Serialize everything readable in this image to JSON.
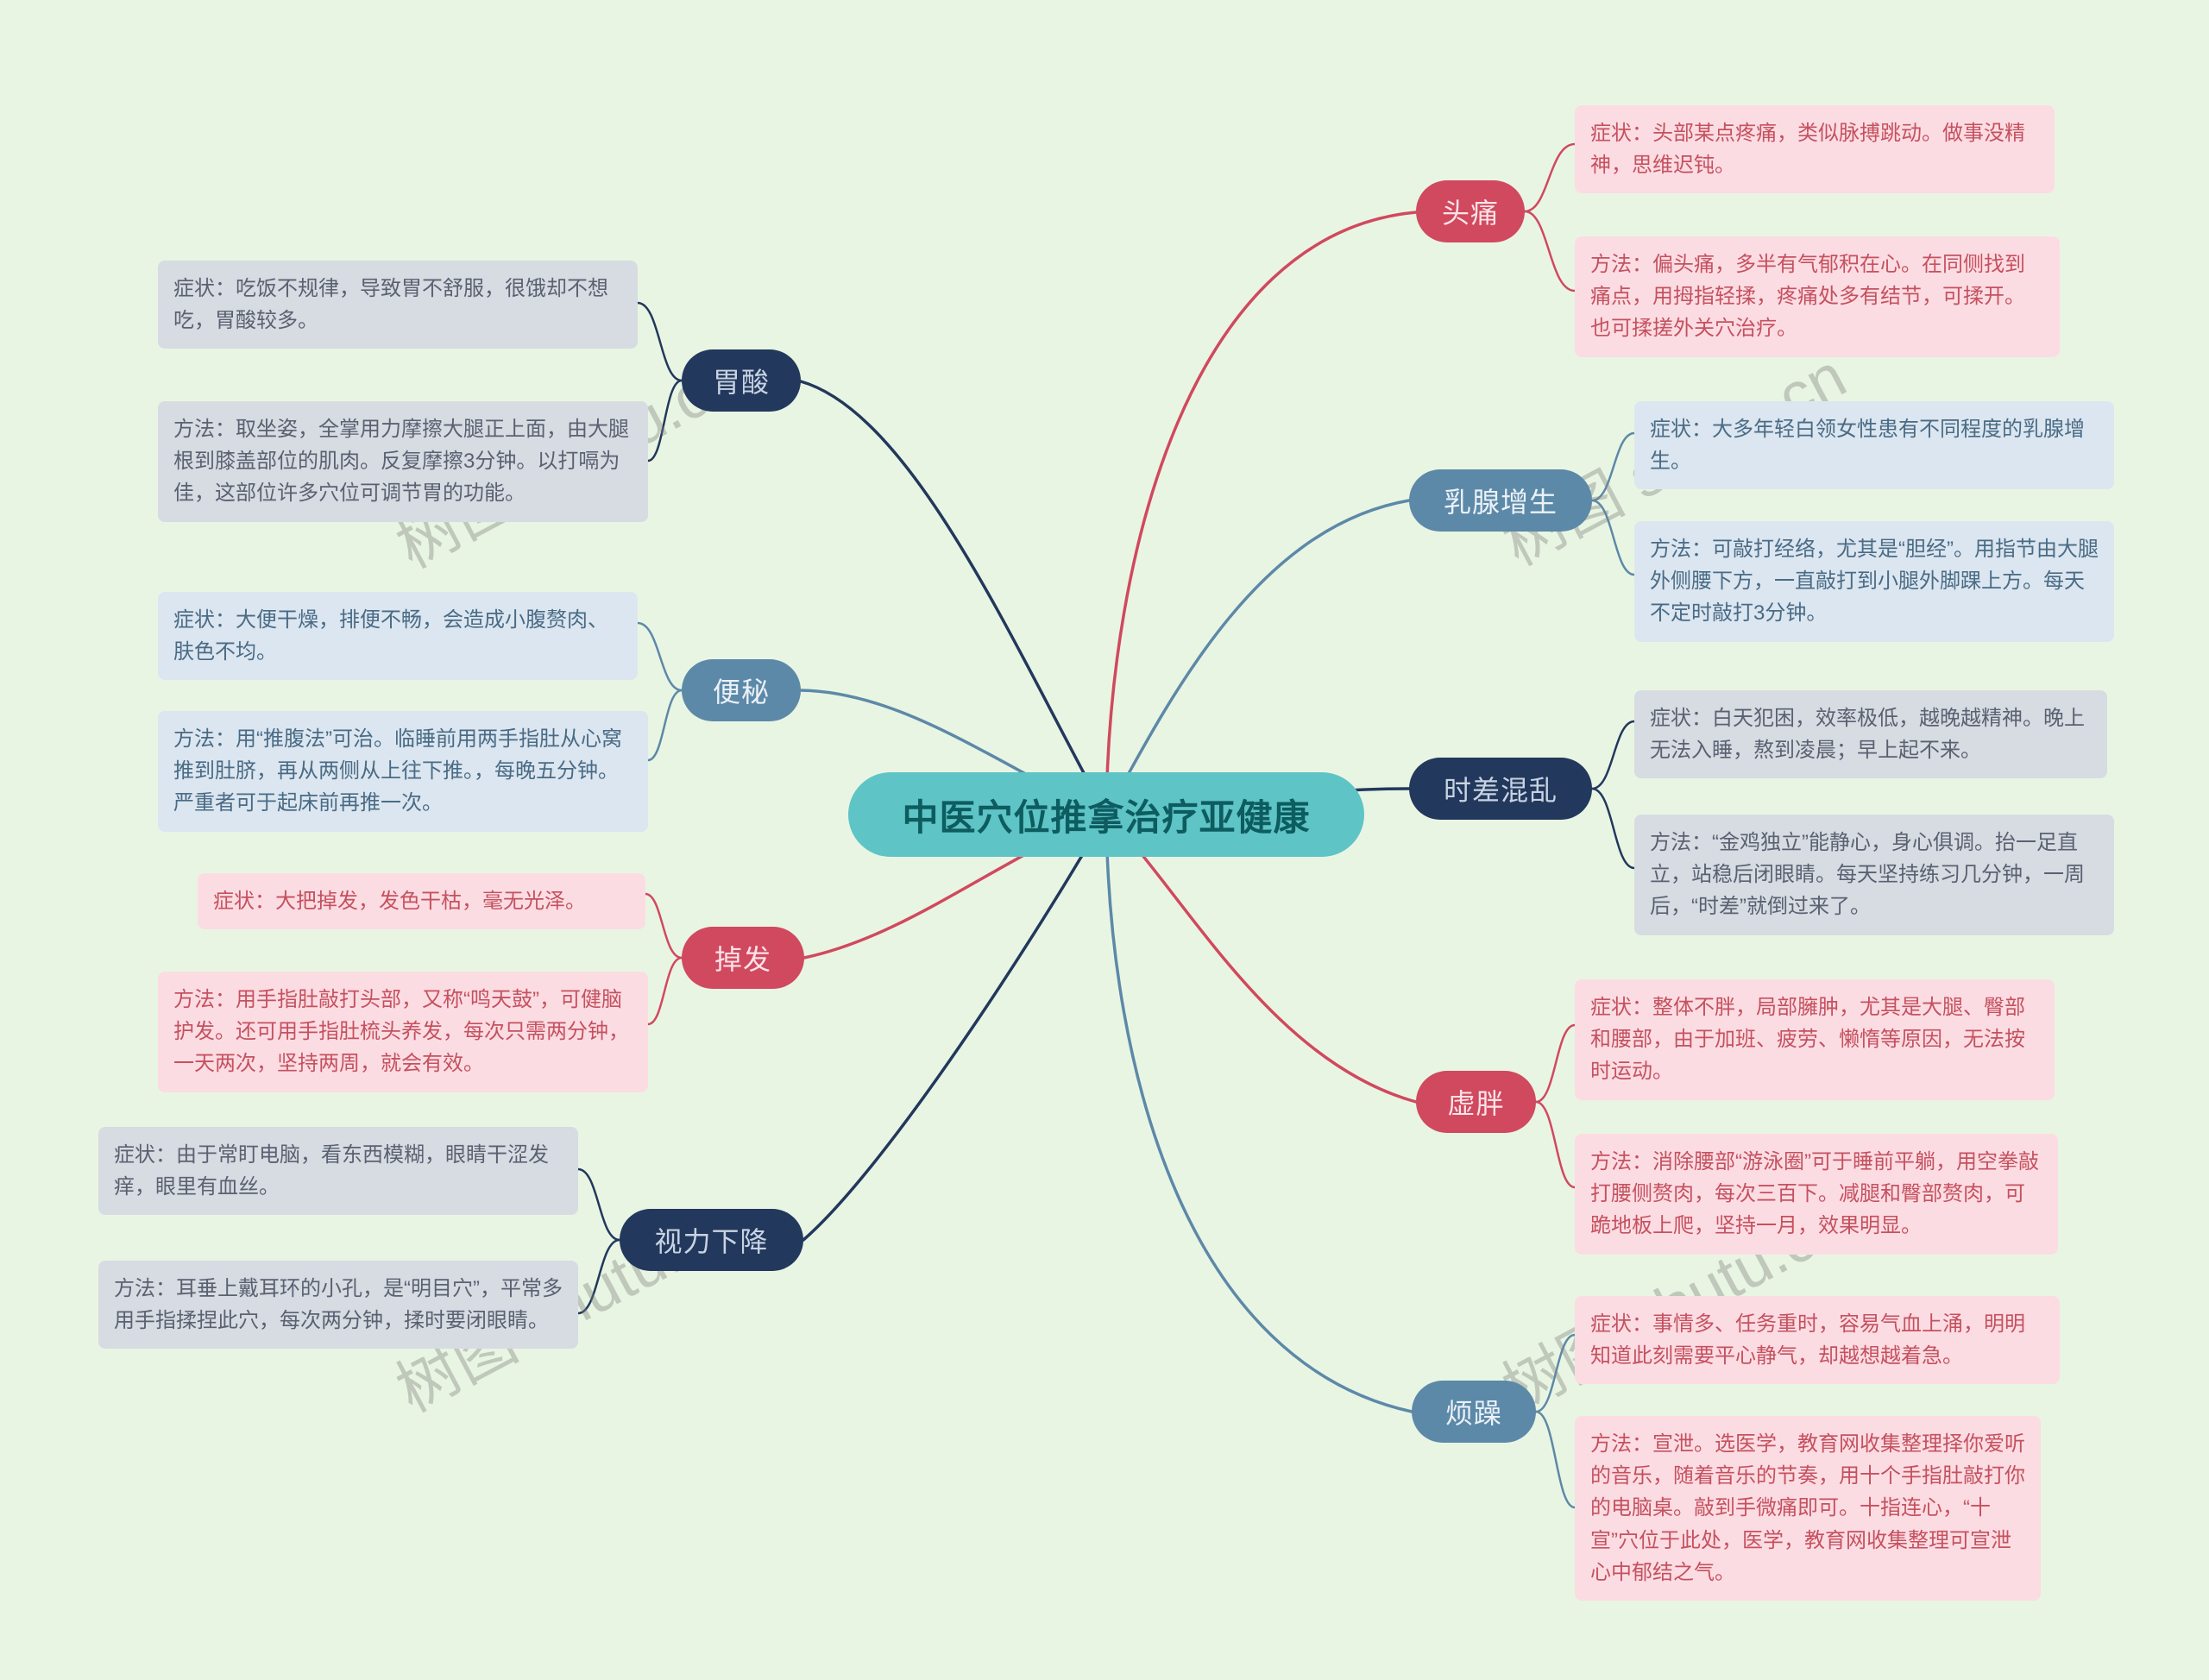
{
  "title": "中医穴位推拿治疗亚健康",
  "watermark": {
    "text": "树图 shutu.cn"
  },
  "colors": {
    "bg": "#e9f5e3",
    "red": "#d0495f",
    "navy": "#22385c",
    "steel": "#5d89a8",
    "teal": "#5ec4c6",
    "teal-text": "#0d5c60",
    "pink-bg": "#fcdce3",
    "pink-text": "#c5515f",
    "gray-bg": "#d7dbe2",
    "gray-text": "#5a6171",
    "blue-bg": "#dbe6f0",
    "blue-text": "#4a6b85"
  },
  "center": {
    "label": "中医穴位推拿治疗亚健康"
  },
  "branches": [
    {
      "label": "胃酸",
      "side": "left",
      "color": "navy",
      "symptom": "症状：吃饭不规律，导致胃不舒服，很饿却不想吃，胃酸较多。",
      "method": "方法：取坐姿，全掌用力摩擦大腿正上面，由大腿根到膝盖部位的肌肉。反复摩擦3分钟。以打嗝为佳，这部位许多穴位可调节胃的功能。"
    },
    {
      "label": "便秘",
      "side": "left",
      "color": "steel",
      "symptom": "症状：大便干燥，排便不畅，会造成小腹赘肉、肤色不均。",
      "method": "方法：用“推腹法”可治。临睡前用两手指肚从心窝推到肚脐，再从两侧从上往下推。，每晚五分钟。严重者可于起床前再推一次。"
    },
    {
      "label": "掉发",
      "side": "left",
      "color": "red",
      "symptom": "症状：大把掉发，发色干枯，毫无光泽。",
      "method": "方法：用手指肚敲打头部，又称“鸣天鼓”，可健脑护发。还可用手指肚梳头养发，每次只需两分钟，一天两次，坚持两周，就会有效。"
    },
    {
      "label": "视力下降",
      "side": "left",
      "color": "navy",
      "symptom": "症状：由于常盯电脑，看东西模糊，眼睛干涩发痒，眼里有血丝。",
      "method": "方法：耳垂上戴耳环的小孔，是“明目穴”，平常多用手指揉捏此穴，每次两分钟，揉时要闭眼睛。"
    },
    {
      "label": "头痛",
      "side": "right",
      "color": "red",
      "symptom": "症状：头部某点疼痛，类似脉搏跳动。做事没精神，思维迟钝。",
      "method": "方法：偏头痛，多半有气郁积在心。在同侧找到痛点，用拇指轻揉，疼痛处多有结节，可揉开。也可揉搓外关穴治疗。"
    },
    {
      "label": "乳腺增生",
      "side": "right",
      "color": "steel",
      "symptom": "症状：大多年轻白领女性患有不同程度的乳腺增生。",
      "method": "方法：可敲打经络，尤其是“胆经”。用指节由大腿外侧腰下方，一直敲打到小腿外脚踝上方。每天不定时敲打3分钟。"
    },
    {
      "label": "时差混乱",
      "side": "right",
      "color": "navy",
      "symptom": "症状：白天犯困，效率极低，越晚越精神。晚上无法入睡，熬到凌晨；早上起不来。",
      "method": "方法：“金鸡独立”能静心，身心俱调。抬一足直立，站稳后闭眼睛。每天坚持练习几分钟，一周后，“时差”就倒过来了。"
    },
    {
      "label": "虚胖",
      "side": "right",
      "color": "red",
      "symptom": "症状：整体不胖，局部臃肿，尤其是大腿、臀部和腰部，由于加班、疲劳、懒惰等原因，无法按时运动。",
      "method": "方法：消除腰部“游泳圈”可于睡前平躺，用空拳敲打腰侧赘肉，每次三百下。减腿和臀部赘肉，可跪地板上爬，坚持一月，效果明显。"
    },
    {
      "label": "烦躁",
      "side": "right",
      "color": "steel",
      "symptom": "症状：事情多、任务重时，容易气血上涌，明明知道此刻需要平心静气，却越想越着急。",
      "method": "方法：宣泄。选医学，教育网收集整理择你爱听的音乐，随着音乐的节奏，用十个手指肚敲打你的电脑桌。敲到手微痛即可。十指连心，“十宣”穴位于此处，医学，教育网收集整理可宣泄心中郁结之气。"
    }
  ]
}
